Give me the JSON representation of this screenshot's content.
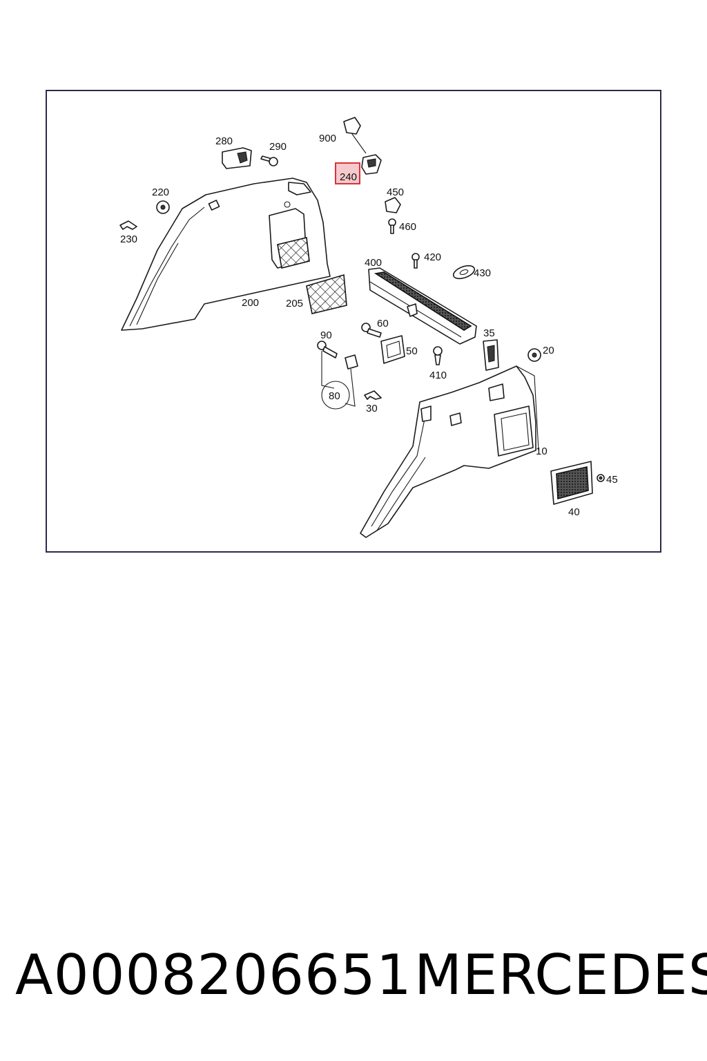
{
  "diagram": {
    "callouts": {
      "p900": "900",
      "p280": "280",
      "p290": "290",
      "p240": "240",
      "p220": "220",
      "p450": "450",
      "p230": "230",
      "p460": "460",
      "p420": "420",
      "p400": "400",
      "p430": "430",
      "p200": "200",
      "p205": "205",
      "p60": "60",
      "p90": "90",
      "p35": "35",
      "p50": "50",
      "p20": "20",
      "p410": "410",
      "p80": "80",
      "p30": "30",
      "p10": "10",
      "p45": "45",
      "p40": "40"
    },
    "highlighted_part": "240",
    "highlight_color": "#d9323a",
    "highlight_fill": "#f6c9cc"
  },
  "footer": {
    "part_number": "A0008206651",
    "brand": "MERCEDES"
  }
}
